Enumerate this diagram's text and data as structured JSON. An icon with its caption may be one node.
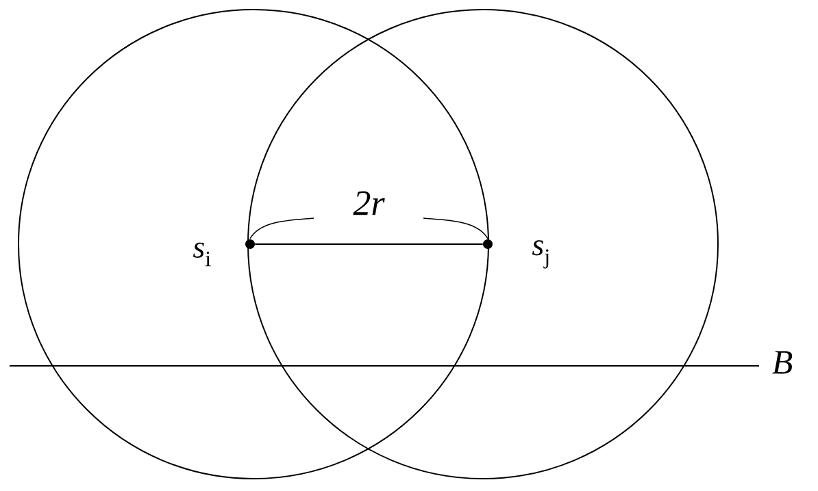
{
  "diagram": {
    "nodes": [
      {
        "text": [],
        "shape": "circle",
        "beside": [
          "*s*$_{i}$"
        ]
      },
      {
        "text": [],
        "shape": "circle",
        "beside": [
          "*s*$_{j}$"
        ]
      }
    ],
    "edges": [
      {
        "from": 0,
        "to": 1,
        "arrow": "none",
        "label": "2r"
      }
    ],
    "labels": [
      "B"
    ]
  }
}
